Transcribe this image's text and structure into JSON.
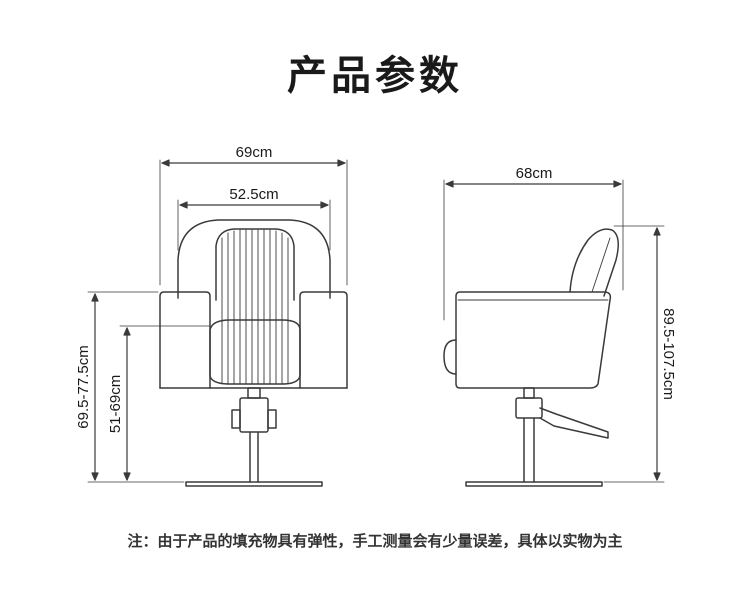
{
  "title": "产品参数",
  "dimensions": {
    "front_width": "69cm",
    "back_width": "52.5cm",
    "side_depth": "68cm",
    "armrest_height": "69.5-77.5cm",
    "seat_height": "51-69cm",
    "total_height": "89.5-107.5cm"
  },
  "note": "注：由于产品的填充物具有弹性，手工测量会有少量误差，具体以实物为主",
  "colors": {
    "line": "#3a3a3a",
    "text": "#1a1a1a"
  }
}
